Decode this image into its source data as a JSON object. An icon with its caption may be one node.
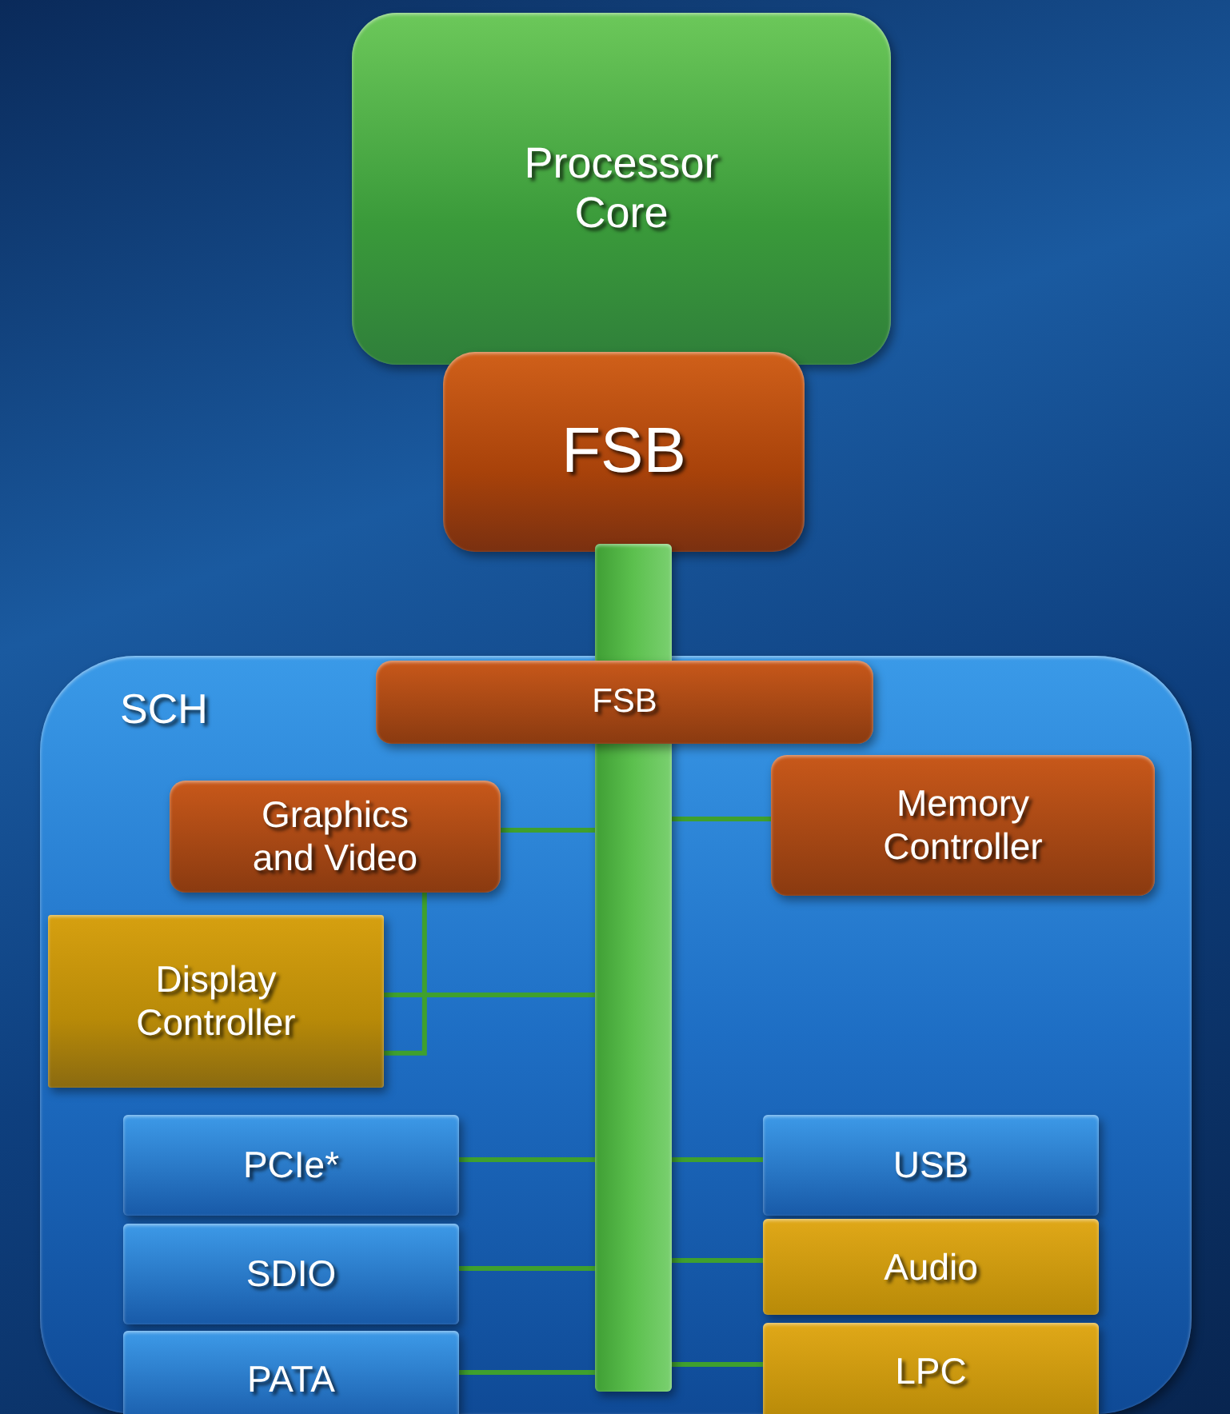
{
  "diagram": {
    "nodes": [
      {
        "text": [
          "Processor Core"
        ]
      },
      {
        "text": [
          "FSB"
        ]
      },
      {
        "text": [
          "SCH"
        ]
      },
      {
        "text": [
          "FSB"
        ],
        "in": 2
      },
      {
        "text": [
          "Graphics and Video"
        ],
        "in": 2
      },
      {
        "text": [
          "Memory Controller"
        ],
        "in": 2
      },
      {
        "text": [
          "Display Controller"
        ],
        "in": 2
      },
      {
        "text": [
          "PCIe*"
        ],
        "in": 2
      },
      {
        "text": [
          "USB"
        ],
        "in": 2
      },
      {
        "text": [
          "SDIO"
        ],
        "in": 2
      },
      {
        "text": [
          "Audio"
        ],
        "in": 2
      },
      {
        "text": [
          "PATA"
        ],
        "in": 2
      },
      {
        "text": [
          "LPC"
        ],
        "in": 2
      },
      {
        "text": [],
        "shape": "bar"
      }
    ],
    "edges": [
      {
        "from": 4,
        "to": 13,
        "arrow": "none"
      },
      {
        "from": 13,
        "to": 5,
        "arrow": "none"
      },
      {
        "from": 4,
        "to": 6,
        "arrow": "none"
      },
      {
        "from": 6,
        "to": 13,
        "arrow": "none"
      },
      {
        "from": 7,
        "to": 13,
        "arrow": "none"
      },
      {
        "from": 13,
        "to": 8,
        "arrow": "none"
      },
      {
        "from": 9,
        "to": 13,
        "arrow": "none"
      },
      {
        "from": 13,
        "to": 10,
        "arrow": "none"
      },
      {
        "from": 11,
        "to": 13,
        "arrow": "none"
      },
      {
        "from": 13,
        "to": 12,
        "arrow": "none"
      }
    ]
  }
}
